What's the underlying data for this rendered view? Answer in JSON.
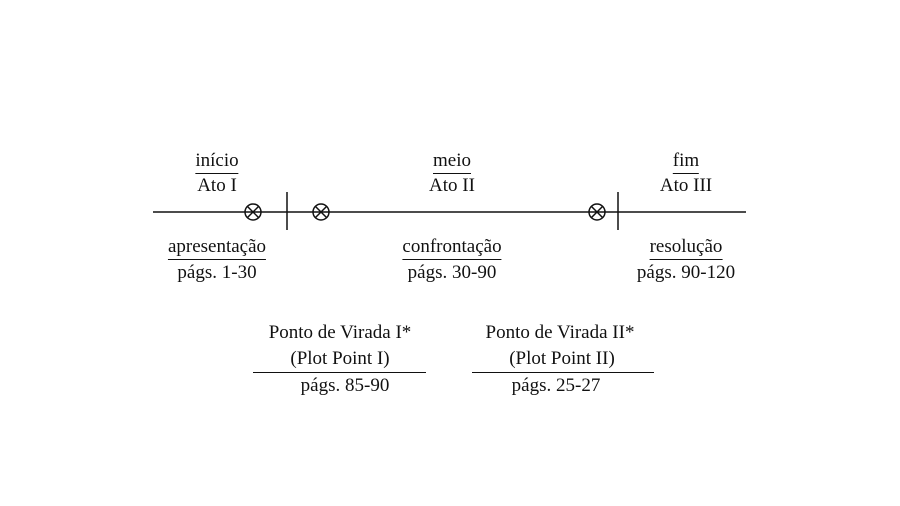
{
  "acts": [
    {
      "top": "início",
      "bottom": "Ato I",
      "phase": "apresentação",
      "pages": "págs. 1-30"
    },
    {
      "top": "meio",
      "bottom": "Ato II",
      "phase": "confrontação",
      "pages": "págs. 30-90"
    },
    {
      "top": "fim",
      "bottom": "Ato III",
      "phase": "resolução",
      "pages": "págs. 90-120"
    }
  ],
  "plot_points": [
    {
      "title": "Ponto de Virada I*",
      "subtitle": "(Plot Point I)",
      "pages": "págs. 85-90"
    },
    {
      "title": "Ponto de Virada II*",
      "subtitle": "(Plot Point II)",
      "pages": "págs. 25-27"
    }
  ],
  "colors": {
    "ink": "#111111",
    "background": "#ffffff"
  }
}
